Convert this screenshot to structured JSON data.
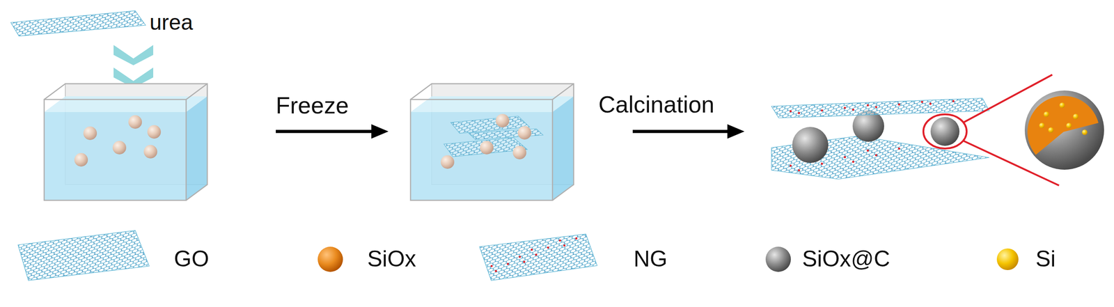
{
  "diagram": {
    "labels": [
      "urea",
      "Freeze",
      "Calcination"
    ],
    "legend": [
      {
        "text": "GO"
      },
      {
        "text": "SiOx"
      },
      {
        "text": "NG"
      },
      {
        "text": "SiOx@C"
      },
      {
        "text": "Si"
      }
    ]
  }
}
